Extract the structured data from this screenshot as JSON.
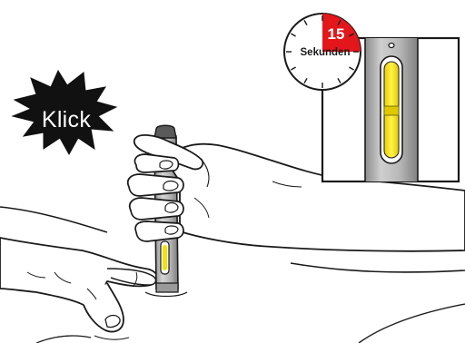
{
  "callout": {
    "text": "Klick"
  },
  "timer": {
    "seconds": "15",
    "unit": "Sekunden",
    "elapsed_fraction": 0.25
  },
  "colors": {
    "outline": "#1a1a1a",
    "skin": "#ffffff",
    "skin_shade": "#d9d9d9",
    "pen_body": "#b3b3b3",
    "window_fill": "#f5e100",
    "timer_accent": "#e3161b",
    "burst": "#111111"
  },
  "icons": {
    "burst": "starburst-callout-icon",
    "timer": "stopwatch-icon"
  }
}
